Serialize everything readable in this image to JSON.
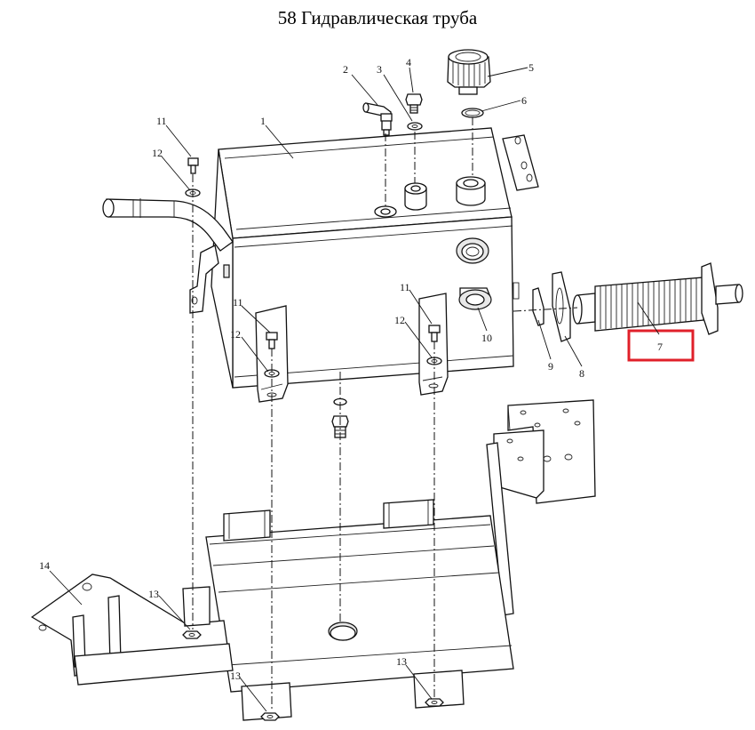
{
  "title": "58 Гидравлическая труба",
  "callouts": [
    {
      "id": "1",
      "text": "1"
    },
    {
      "id": "2",
      "text": "2"
    },
    {
      "id": "3",
      "text": "3"
    },
    {
      "id": "4",
      "text": "4"
    },
    {
      "id": "5",
      "text": "5"
    },
    {
      "id": "6",
      "text": "6"
    },
    {
      "id": "7",
      "text": "7"
    },
    {
      "id": "8",
      "text": "8"
    },
    {
      "id": "9",
      "text": "9"
    },
    {
      "id": "10",
      "text": "10"
    },
    {
      "id": "11a",
      "text": "11"
    },
    {
      "id": "12a",
      "text": "12"
    },
    {
      "id": "11b",
      "text": "11"
    },
    {
      "id": "12b",
      "text": "12"
    },
    {
      "id": "11c",
      "text": "11"
    },
    {
      "id": "12c",
      "text": "12"
    },
    {
      "id": "13a",
      "text": "13"
    },
    {
      "id": "13b",
      "text": "13"
    },
    {
      "id": "13c",
      "text": "13"
    },
    {
      "id": "14",
      "text": "14"
    }
  ],
  "highlight": {
    "color": "#e0202a",
    "target": "7"
  }
}
